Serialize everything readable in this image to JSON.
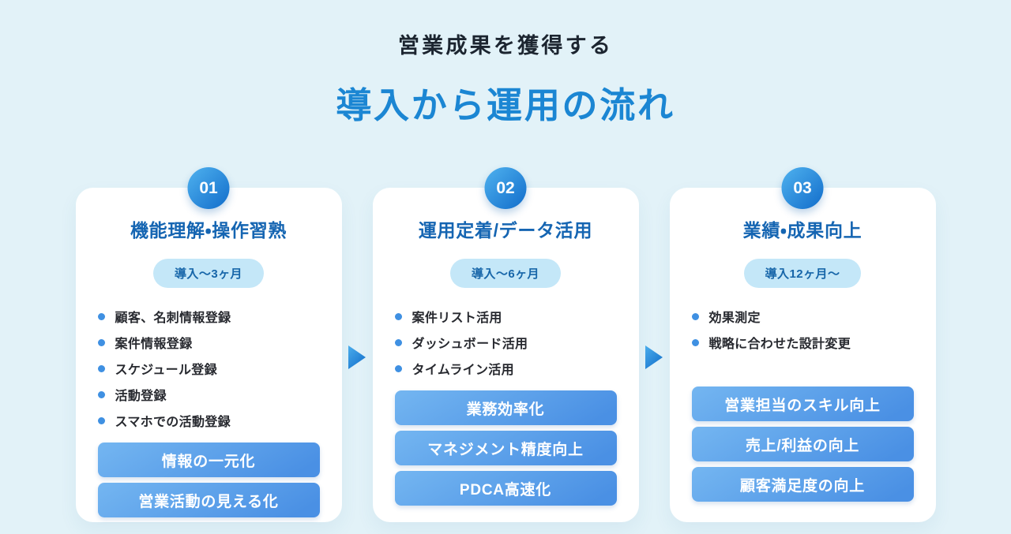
{
  "page": {
    "subtitle": "営業成果を獲得する",
    "title": "導入から運用の流れ"
  },
  "colors": {
    "background": "#e2f2f8",
    "title_blue": "#1b86d3",
    "card_title_blue": "#1565b2",
    "badge_gradient_start": "#4fb2ef",
    "badge_gradient_end": "#1b77d0",
    "pill_background": "#c4e7f8",
    "pill_text": "#1766a9",
    "bullet_dot": "#3f90e2",
    "outcome_gradient_start": "#74b6f1",
    "outcome_gradient_end": "#4a90e4",
    "dark_text": "#1c2530"
  },
  "steps": [
    {
      "number": "01",
      "title": "機能理解・操作習熟",
      "period": "導入〜3ヶ月",
      "items": [
        "顧客、名刺情報登録",
        "案件情報登録",
        "スケジュール登録",
        "活動登録",
        "スマホでの活動登録"
      ],
      "outcomes": [
        "情報の一元化",
        "営業活動の見える化"
      ]
    },
    {
      "number": "02",
      "title": "運用定着/データ活用",
      "period": "導入〜6ヶ月",
      "items": [
        "案件リスト活用",
        "ダッシュボード活用",
        "タイムライン活用"
      ],
      "outcomes": [
        "業務効率化",
        "マネジメント精度向上",
        "PDCA高速化"
      ]
    },
    {
      "number": "03",
      "title": "業績・成果向上",
      "period": "導入12ヶ月〜",
      "items": [
        "効果測定",
        "戦略に合わせた設計変更"
      ],
      "outcomes": [
        "営業担当のスキル向上",
        "売上/利益の向上",
        "顧客満足度の向上"
      ]
    }
  ]
}
